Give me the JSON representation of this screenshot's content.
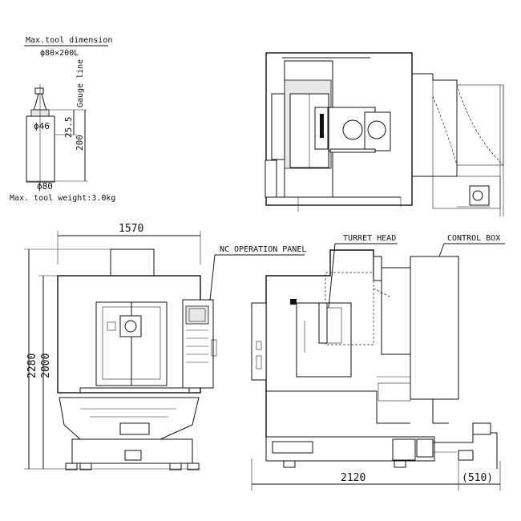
{
  "tool_spec": {
    "max_tool_dimension_label": "Max.tool dimension",
    "max_tool_dimension_value": "ϕ80×200L",
    "gauge_line_label": "Gauge line",
    "dim_shank_dia": "ϕ46",
    "dim_gauge_offset": "25.5",
    "dim_length": "200",
    "dim_body_dia": "ϕ80",
    "max_tool_weight": "Max. tool weight:3.0kg"
  },
  "front_view": {
    "width_label": "1570",
    "height_overall": "2280",
    "height_body": "2000",
    "callout_panel": "NC OPERATION PANEL"
  },
  "side_view": {
    "callout_turret": "TURRET HEAD",
    "callout_control": "CONTROL BOX",
    "depth_label": "2120",
    "extra_depth_label": "(510)"
  }
}
